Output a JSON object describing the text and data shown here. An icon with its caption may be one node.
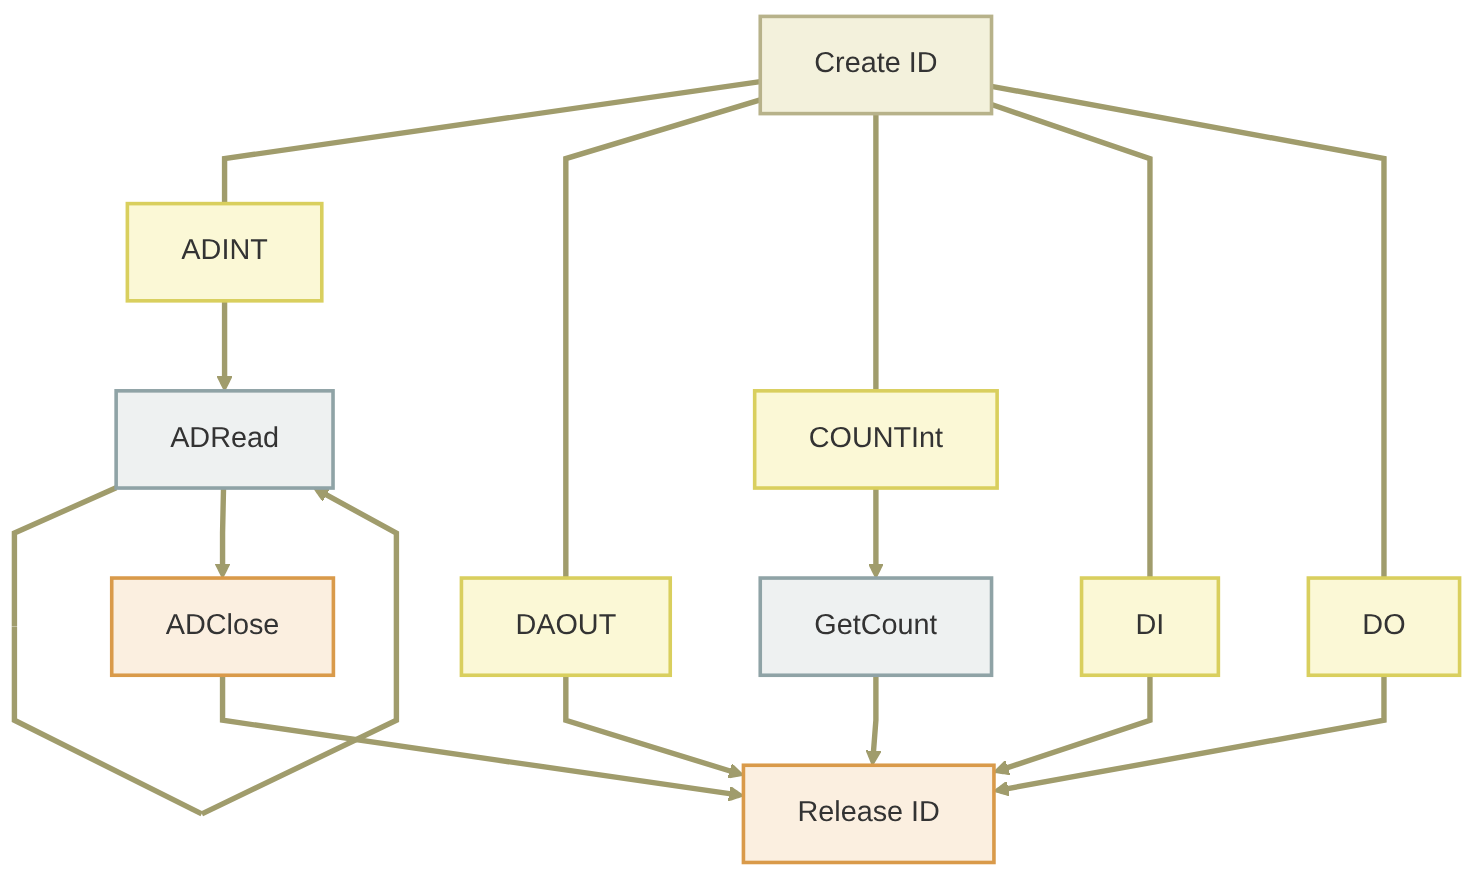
{
  "diagram": {
    "nodes": [
      {
        "text": [
          "Create ID"
        ]
      },
      {
        "text": [
          "ADINT"
        ]
      },
      {
        "text": [
          "DAOUT"
        ]
      },
      {
        "text": [
          "COUNTInt"
        ]
      },
      {
        "text": [
          "DI"
        ]
      },
      {
        "text": [
          "DO"
        ]
      },
      {
        "text": [
          "ADRead"
        ]
      },
      {
        "text": [
          "GetCount"
        ]
      },
      {
        "text": [
          "ADClose"
        ]
      },
      {
        "text": [
          "Release ID"
        ]
      }
    ],
    "edges": [
      {
        "from": 0,
        "to": 1,
        "arrow": "none"
      },
      {
        "from": 0,
        "to": 2,
        "arrow": "none"
      },
      {
        "from": 0,
        "to": 3,
        "arrow": "none"
      },
      {
        "from": 0,
        "to": 4,
        "arrow": "none"
      },
      {
        "from": 0,
        "to": 5,
        "arrow": "none"
      },
      {
        "from": 1,
        "to": 6,
        "arrow": "to"
      },
      {
        "from": 6,
        "to": 6,
        "arrow": "to"
      },
      {
        "from": 3,
        "to": 7,
        "arrow": "to"
      },
      {
        "from": 6,
        "to": 8,
        "arrow": "to"
      },
      {
        "from": 2,
        "to": 9,
        "arrow": "to"
      },
      {
        "from": 7,
        "to": 9,
        "arrow": "to"
      },
      {
        "from": 8,
        "to": 9,
        "arrow": "to"
      },
      {
        "from": 4,
        "to": 9,
        "arrow": "to"
      },
      {
        "from": 5,
        "to": 9,
        "arrow": "to"
      }
    ]
  }
}
